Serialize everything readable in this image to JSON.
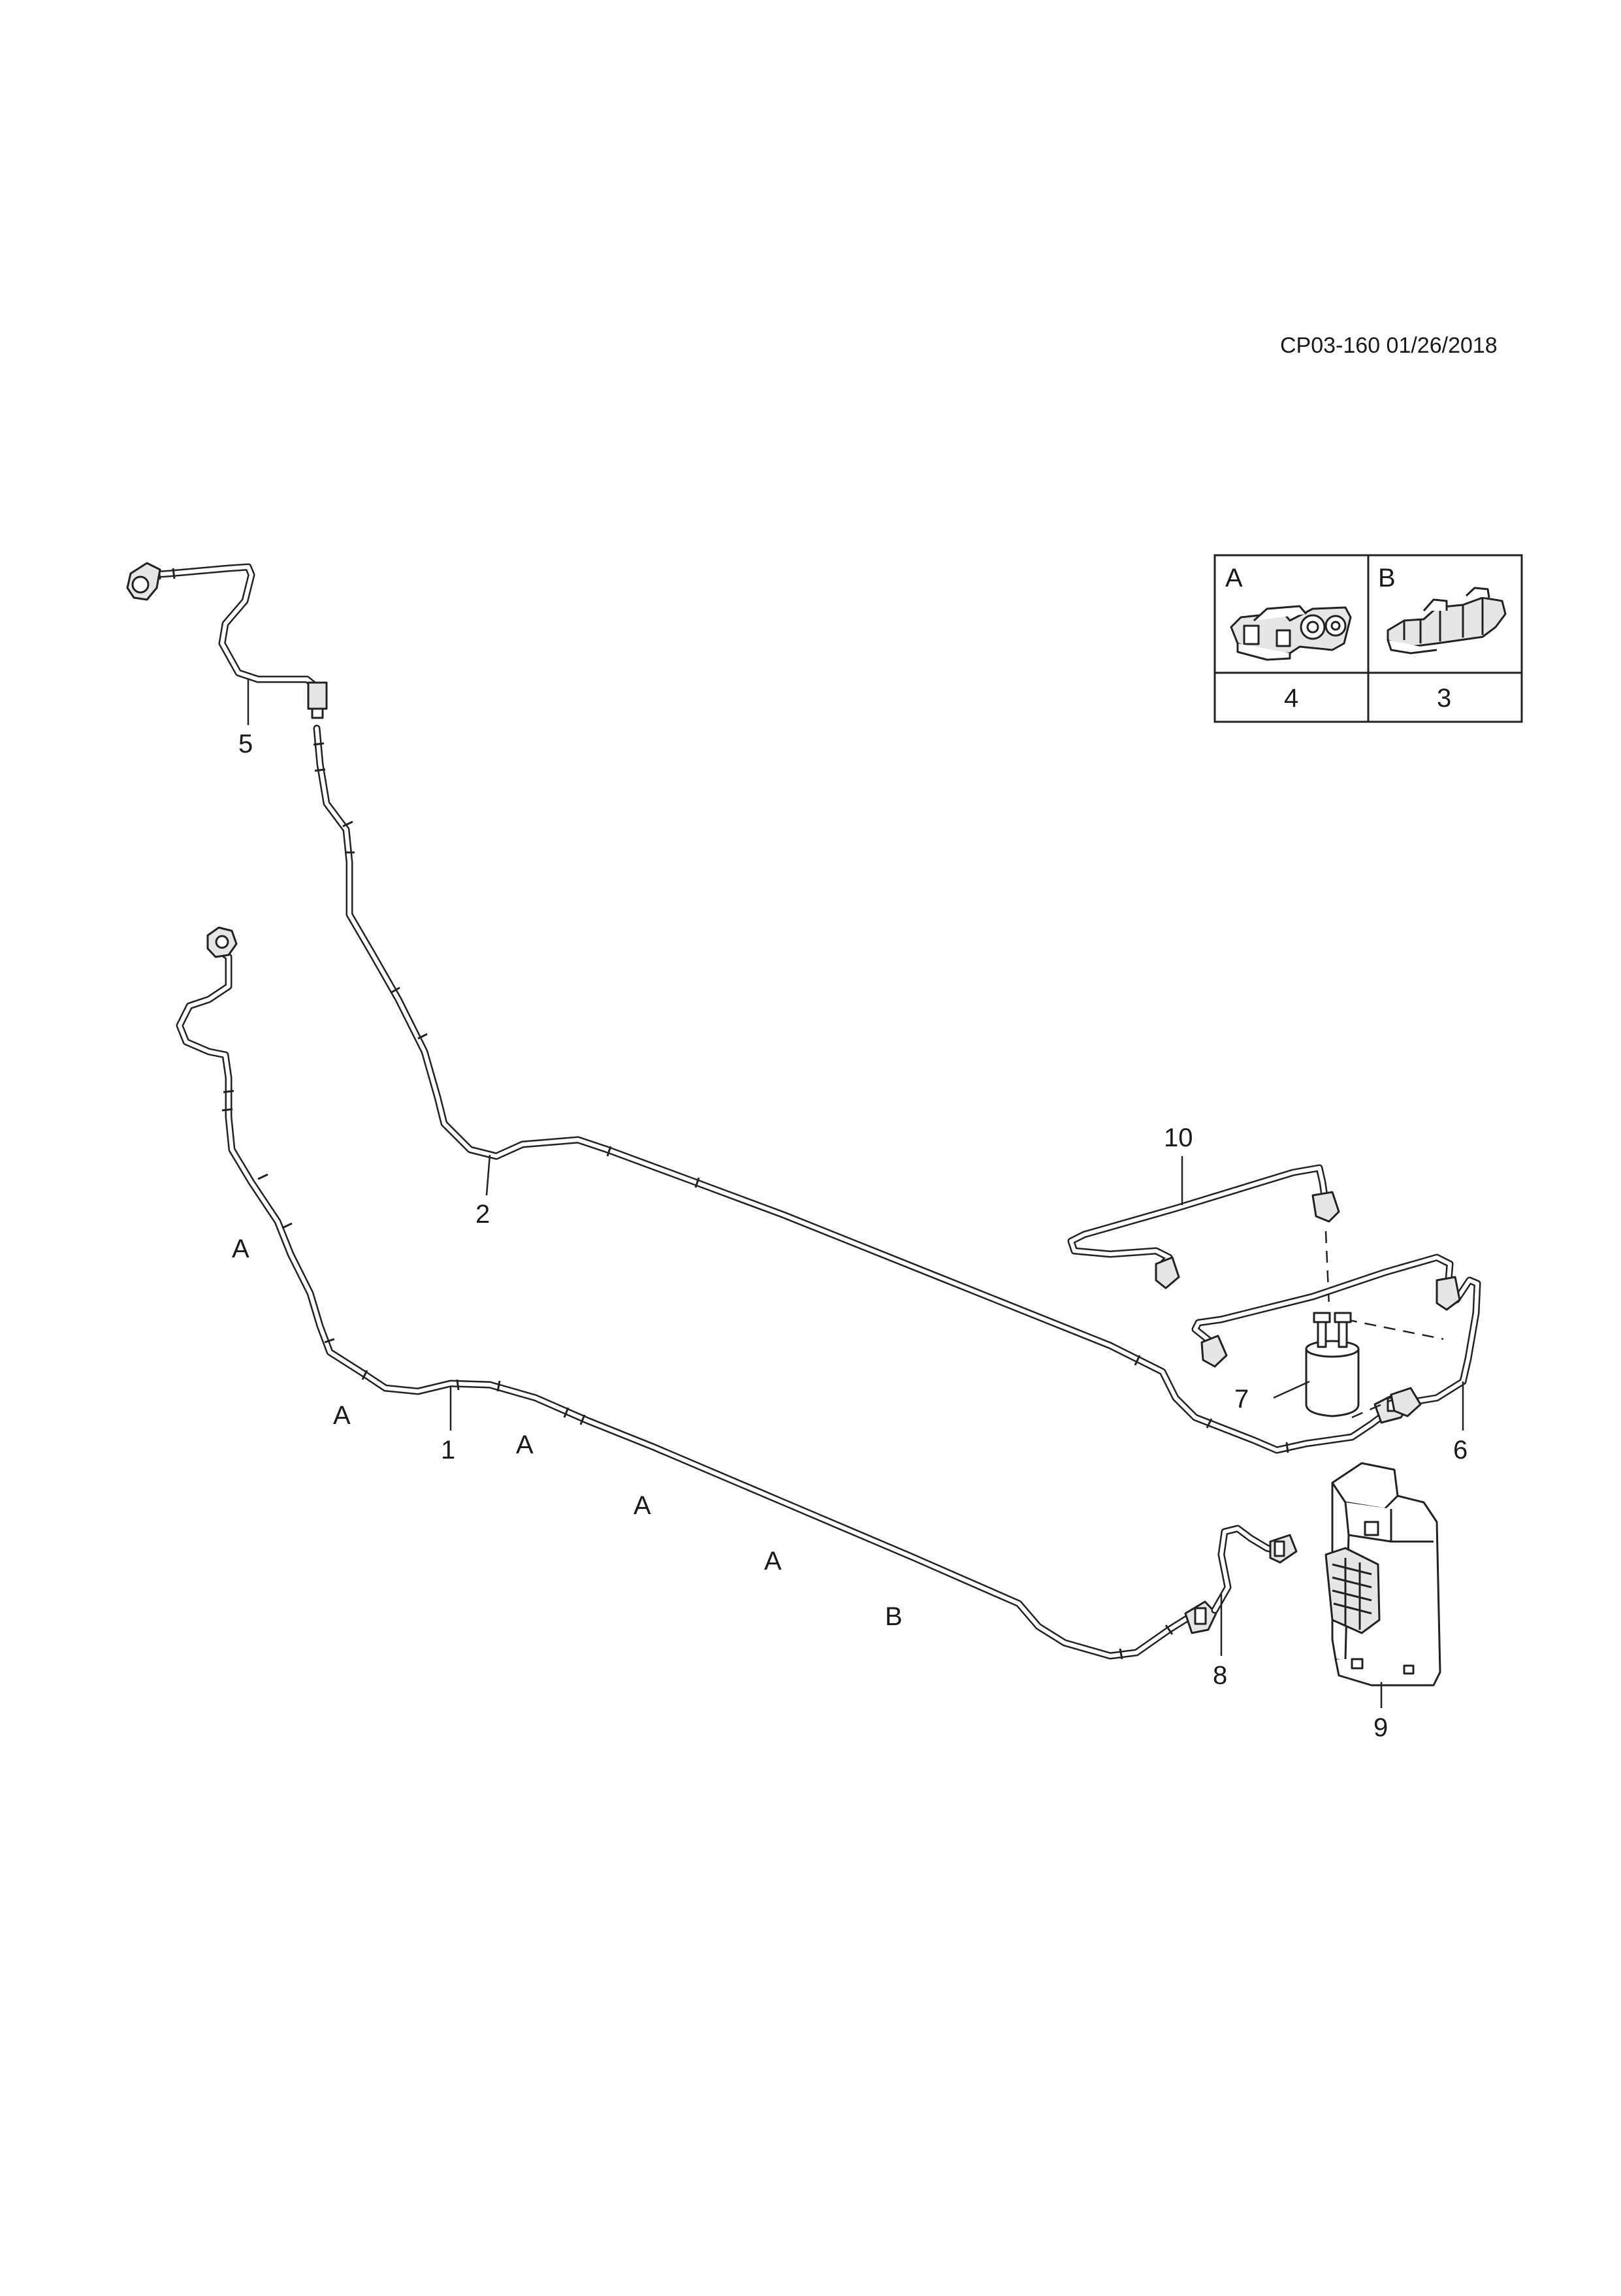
{
  "document": {
    "code": "CP03-160 01/26/2018"
  },
  "legend": {
    "cells": [
      {
        "letter": "A",
        "part_number": "4"
      },
      {
        "letter": "B",
        "part_number": "3"
      }
    ]
  },
  "callouts": {
    "p1": "1",
    "p2": "2",
    "p5": "5",
    "p6": "6",
    "p7": "7",
    "p8": "8",
    "p9": "9",
    "p10": "10"
  },
  "clip_markers": {
    "a1": "A",
    "a2": "A",
    "a3": "A",
    "a4": "A",
    "a5": "A",
    "b1": "B"
  }
}
